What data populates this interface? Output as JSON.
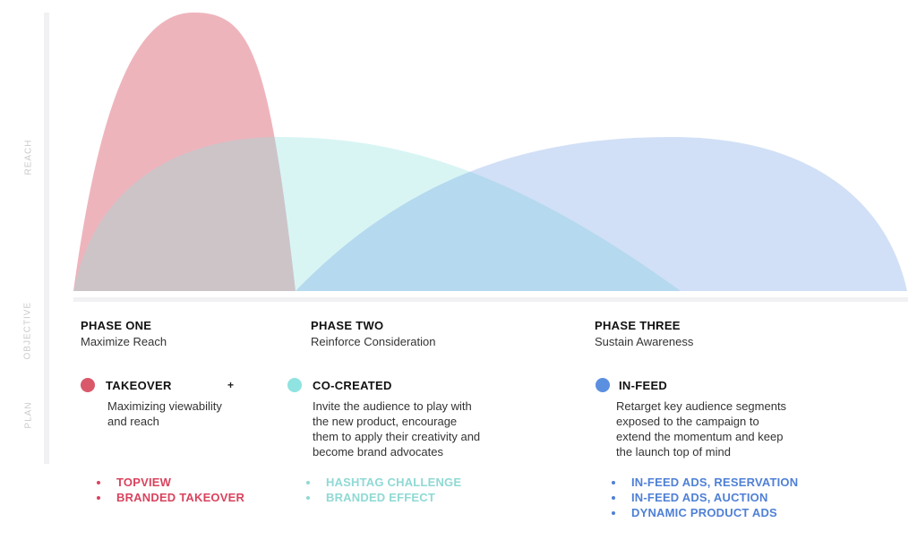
{
  "axis_labels": {
    "reach": "REACH",
    "objective": "OBJECTIVE",
    "plan": "PLAN"
  },
  "colors": {
    "red": "#d9596b",
    "teal": "#8fe3e0",
    "blue": "#5b8fe0",
    "red_text": "#d9435e",
    "teal_text": "#8fd9d4",
    "blue_text": "#4f80d6"
  },
  "phases": [
    {
      "title": "PHASE ONE",
      "subtitle": "Maximize Reach",
      "plan_title": "TAKEOVER",
      "plus": "+",
      "description": [
        "Maximizing viewability",
        "and reach"
      ],
      "tactics": [
        "TOPVIEW",
        "BRANDED TAKEOVER"
      ]
    },
    {
      "title": "PHASE TWO",
      "subtitle": "Reinforce Consideration",
      "plan_title": "CO-CREATED",
      "description": [
        "Invite the audience to play with",
        "the new product, encourage",
        "them to apply their creativity and",
        "become brand advocates"
      ],
      "tactics": [
        "HASHTAG CHALLENGE",
        "BRANDED EFFECT"
      ]
    },
    {
      "title": "PHASE THREE",
      "subtitle": "Sustain Awareness",
      "plan_title": "IN-FEED",
      "description": [
        "Retarget key audience segments",
        "exposed to the campaign to",
        "extend the momentum and keep",
        "the launch top of mind"
      ],
      "tactics": [
        "IN-FEED ADS, RESERVATION",
        "IN-FEED ADS, AUCTION",
        "DYNAMIC PRODUCT ADS"
      ]
    }
  ]
}
